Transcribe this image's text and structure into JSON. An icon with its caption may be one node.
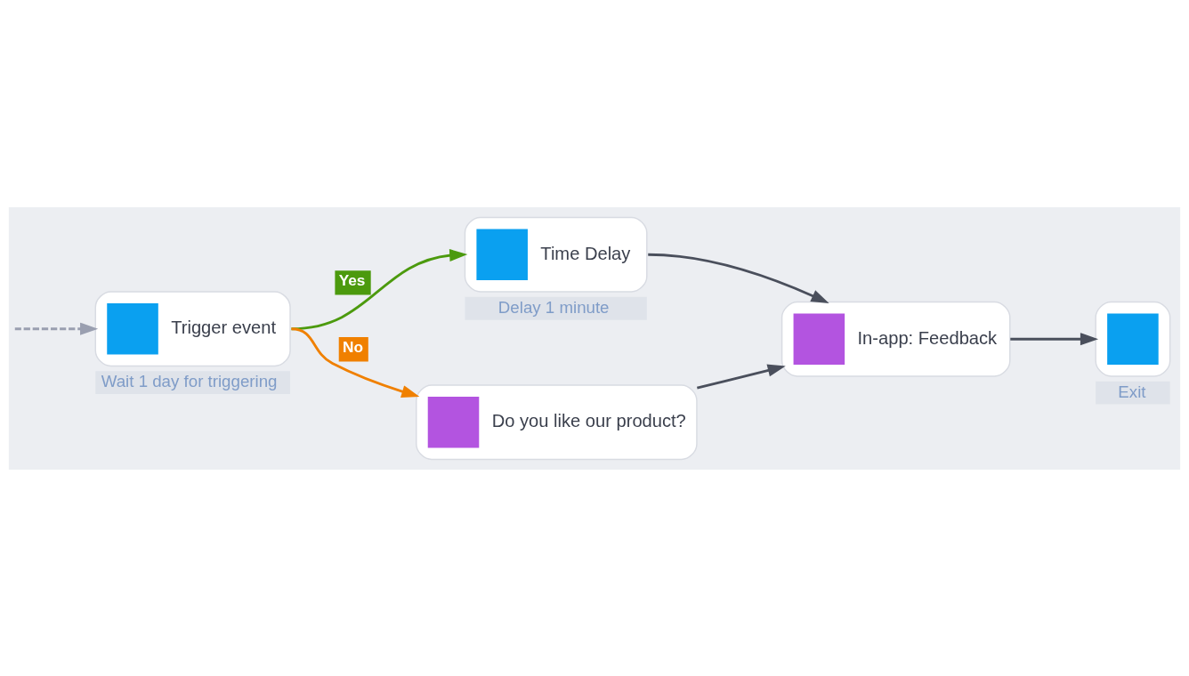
{
  "diagram": {
    "nodes": [
      {
        "text": [
          "Trigger event"
        ],
        "beside": [
          "Wait 1 day for triggering"
        ]
      },
      {
        "text": [
          "Time Delay"
        ],
        "beside": [
          "Delay 1 minute"
        ]
      },
      {
        "text": [
          "Do you like our product?"
        ]
      },
      {
        "text": [
          "In-app: Feedback"
        ]
      },
      {
        "text": [],
        "shape": "box",
        "beside": [
          "Exit"
        ]
      }
    ],
    "edges": [
      {
        "from": null,
        "to": 0,
        "arrow": "to",
        "style": "dashed",
        "color": "#9a9fb0"
      },
      {
        "from": 0,
        "to": 1,
        "arrow": "to",
        "label": "Yes",
        "color": "#4c9a0e"
      },
      {
        "from": 0,
        "to": 2,
        "arrow": "to",
        "label": "No",
        "color": "#f08000"
      },
      {
        "from": 1,
        "to": 3,
        "arrow": "to"
      },
      {
        "from": 2,
        "to": 3,
        "arrow": "to"
      },
      {
        "from": 3,
        "to": 4,
        "arrow": "to"
      }
    ]
  }
}
